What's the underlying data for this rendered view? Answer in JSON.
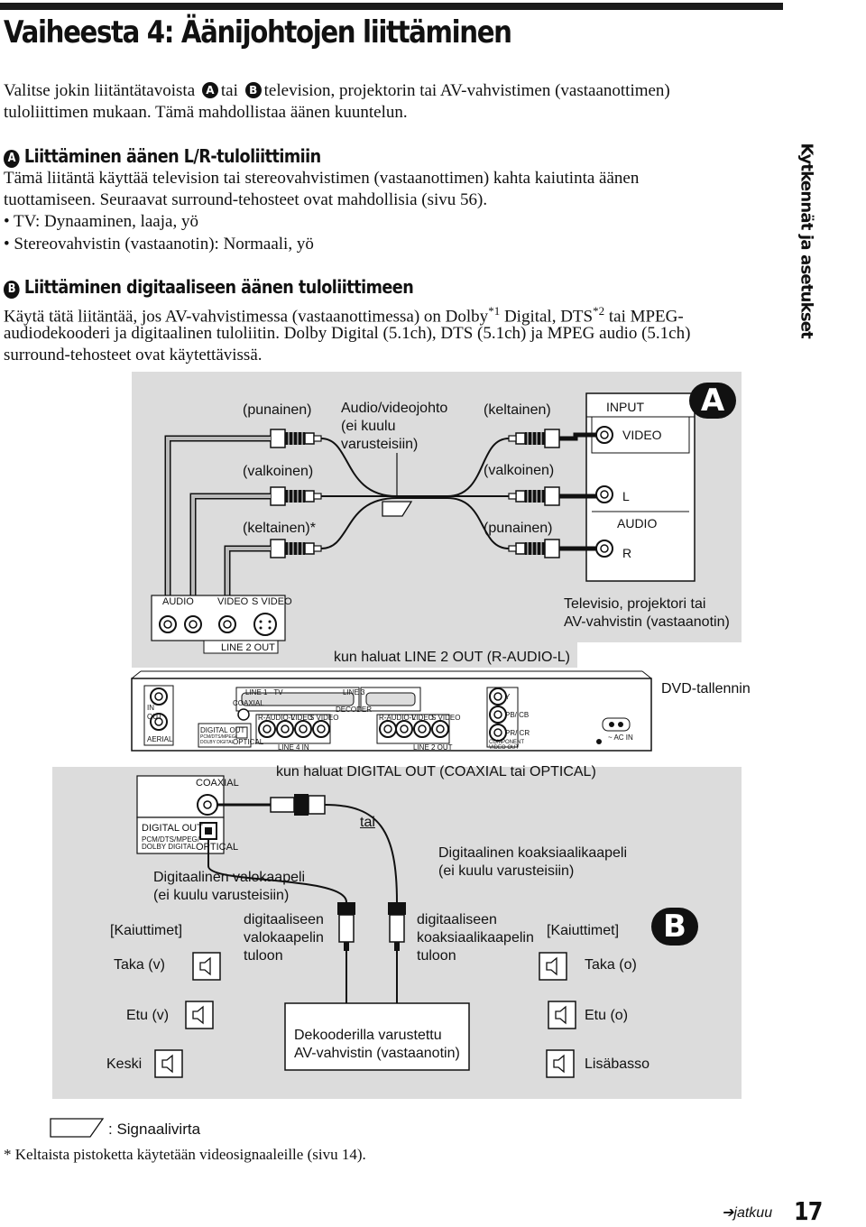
{
  "page": {
    "title": "Vaiheesta 4: Äänijohtojen liittäminen",
    "side_tab": "Kytkennät ja asetukset",
    "page_number": "17",
    "continue_label": "jatkuu",
    "continue_arrow": "➔"
  },
  "intro": {
    "line1_a": "Valitse jokin liitäntätavoista",
    "line1_b": "tai",
    "line1_c": "television, projektorin tai AV-vahvistimen (vastaanottimen)",
    "line2": "tuloliittimen mukaan. Tämä mahdollistaa äänen kuuntelun."
  },
  "section_a": {
    "marker": "A",
    "heading": "Liittäminen äänen L/R-tuloliittimiin",
    "lines": [
      "Tämä liitäntä käyttää television tai stereovahvistimen (vastaanottimen) kahta kaiutinta äänen",
      "tuottamiseen. Seuraavat surround-tehosteet ovat mahdollisia (sivu 56).",
      "• TV: Dynaaminen, laaja, yö",
      "• Stereovahvistin (vastaanotin): Normaali, yö"
    ]
  },
  "section_b": {
    "marker": "B",
    "heading": "Liittäminen digitaaliseen äänen tuloliittimeen",
    "line1_a": "Käytä tätä liitäntää, jos AV-vahvistimessa (vastaanottimessa) on Dolby",
    "line1_sup1": "*1",
    "line1_b": " Digital, DTS",
    "line1_sup2": "*2",
    "line1_c": " tai MPEG-",
    "line2": "audiodekooderi ja digitaalinen tuloliitin. Dolby Digital (5.1ch), DTS (5.1ch) ja MPEG audio (5.1ch)",
    "line3": "surround-tehosteet ovat käytettävissä."
  },
  "figure": {
    "marker_a": "A",
    "marker_b": "B",
    "cable_red_left": "(punainen)",
    "cable_white_left": "(valkoinen)",
    "cable_yellow_left": "(keltainen)*",
    "cable_title_1": "Audio/videojohto",
    "cable_title_2": "(ei kuulu",
    "cable_title_3": "varusteisiin)",
    "cable_yellow_right": "(keltainen)",
    "cable_white_right": "(valkoinen)",
    "cable_red_right": "(punainen)",
    "input_title": "INPUT",
    "input_video": "VIDEO",
    "input_l": "L",
    "input_audio": "AUDIO",
    "input_r": "R",
    "tv_label_1": "Televisio, projektori tai",
    "tv_label_2": "AV-vahvistin (vastaanotin)",
    "panel_audio": "AUDIO",
    "panel_video": "VIDEO",
    "panel_svideo": "S VIDEO",
    "panel_line2out": "LINE 2 OUT",
    "line2_note": "kun haluat LINE 2 OUT (R-AUDIO-L)",
    "dvd_label": "DVD-tallennin",
    "rec_in": "IN",
    "rec_out": "OUT",
    "rec_aerial": "AERIAL",
    "rec_line1tv": "LINE 1 - TV",
    "rec_line3": "LINE 3",
    "rec_decoder": "DECODER",
    "rec_coaxial": "COAXIAL",
    "rec_digital_out": "DIGITAL OUT",
    "rec_pcm": "PCM/DTS/MPEG/ DOLBY DIGITAL",
    "rec_optical": "OPTICAL",
    "rec_raudiol": "R-AUDIO-L",
    "rec_video": "VIDEO",
    "rec_svideo": "S VIDEO",
    "rec_line4in": "LINE 4 IN",
    "rec_line2out": "LINE 2 OUT",
    "rec_y": "Y",
    "rec_pbcb": "PB/ CB",
    "rec_prcr": "PR/ CR",
    "rec_component": "COMPONENT VIDEO OUT",
    "rec_acin": "~ AC IN",
    "digital_note": "kun haluat DIGITAL OUT (COAXIAL tai OPTICAL)",
    "dig_coaxial": "COAXIAL",
    "dig_digital_out": "DIGITAL OUT",
    "dig_pcm_1": "PCM/DTS/MPEG/",
    "dig_pcm_2": "DOLBY DIGITAL",
    "dig_optical": "OPTICAL",
    "tai": "tai",
    "coax_cable_1": "Digitaalinen koaksiaalikaapeli",
    "coax_cable_2": "(ei kuulu varusteisiin)",
    "optical_cable_1": "Digitaalinen valokaapeli",
    "optical_cable_2": "(ei kuulu varusteisiin)",
    "speakers_left": "[Kaiuttimet]",
    "speakers_right": "[Kaiuttimet]",
    "opt_in_1": "digitaaliseen",
    "opt_in_2": "valokaapelin",
    "opt_in_3": "tuloon",
    "coax_in_1": "digitaaliseen",
    "coax_in_2": "koaksiaalikaapelin",
    "coax_in_3": "tuloon",
    "rear_left": "Taka (v)",
    "rear_right": "Taka (o)",
    "front_left": "Etu (v)",
    "front_right": "Etu (o)",
    "center": "Keski",
    "subwoofer": "Lisäbasso",
    "amp_1": "Dekooderilla varustettu",
    "amp_2": "AV-vahvistin (vastaanotin)"
  },
  "legend": {
    "signal_flow": ": Signaalivirta",
    "footnote": "* Keltaista pistoketta käytetään videosignaaleille (sivu 14)."
  },
  "colors": {
    "panel_gray": "#d9d9d9",
    "ink": "#111111"
  }
}
